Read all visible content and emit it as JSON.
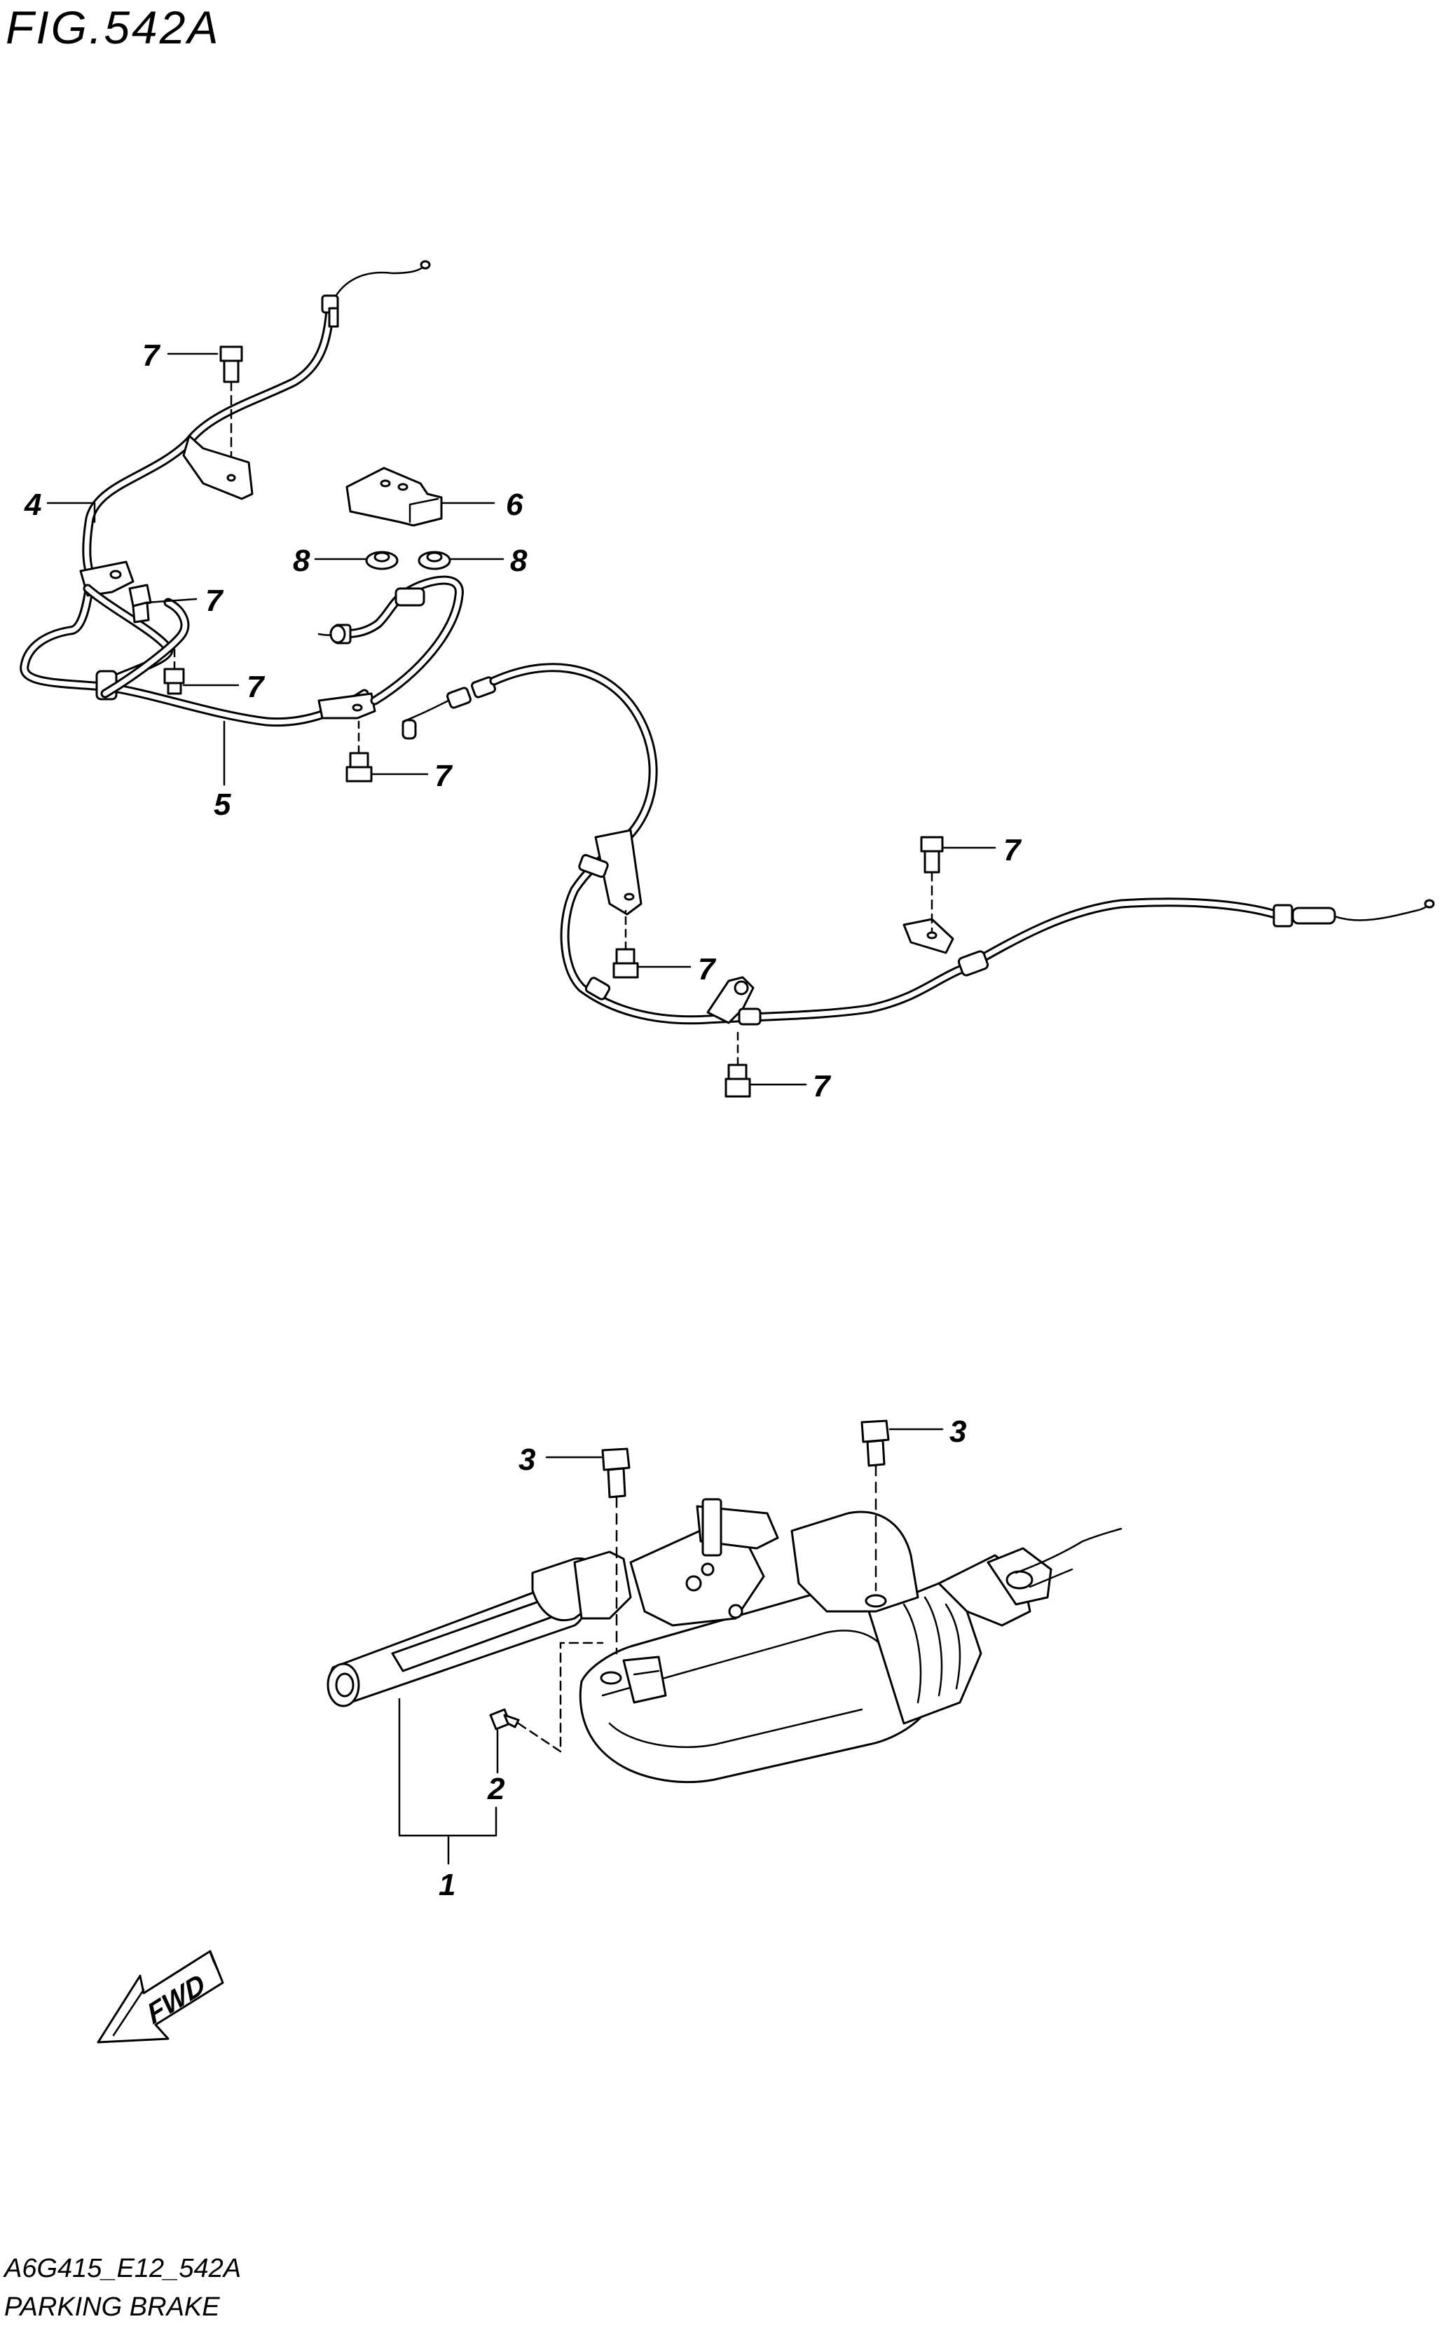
{
  "figure": {
    "title": "FIG.542A",
    "code": "A6G415_E12_542A",
    "name": "PARKING BRAKE"
  },
  "fwd_label": "FWD",
  "callouts": [
    {
      "id": "c4",
      "text": "4"
    },
    {
      "id": "c5",
      "text": "5"
    },
    {
      "id": "c6",
      "text": "6"
    },
    {
      "id": "c8a",
      "text": "8"
    },
    {
      "id": "c8b",
      "text": "8"
    },
    {
      "id": "c7a",
      "text": "7"
    },
    {
      "id": "c7b",
      "text": "7"
    },
    {
      "id": "c7c",
      "text": "7"
    },
    {
      "id": "c7d",
      "text": "7"
    },
    {
      "id": "c7e",
      "text": "7"
    },
    {
      "id": "c7f",
      "text": "7"
    },
    {
      "id": "c7g",
      "text": "7"
    },
    {
      "id": "c3a",
      "text": "3"
    },
    {
      "id": "c3b",
      "text": "3"
    },
    {
      "id": "c2",
      "text": "2"
    },
    {
      "id": "c1",
      "text": "1"
    }
  ]
}
